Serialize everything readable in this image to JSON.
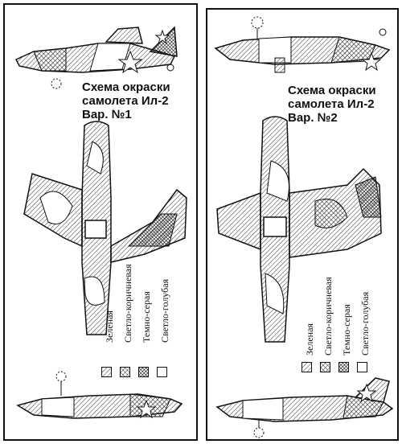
{
  "variant1": {
    "title_line1": "Схема окраски",
    "title_line2": "самолета Ил-2",
    "title_line3": "Вар. №1"
  },
  "variant2": {
    "title_line1": "Схема окраски",
    "title_line2": "самолета Ил-2",
    "title_line3": "Вар. №2"
  },
  "legend": {
    "items": [
      {
        "label": "Зеленая",
        "pattern": "hatch"
      },
      {
        "label": "Светло-коричневая",
        "pattern": "crosshatch"
      },
      {
        "label": "Темно-серая",
        "pattern": "dense-crosshatch"
      },
      {
        "label": "Светло-голубая",
        "pattern": "blank"
      }
    ]
  }
}
